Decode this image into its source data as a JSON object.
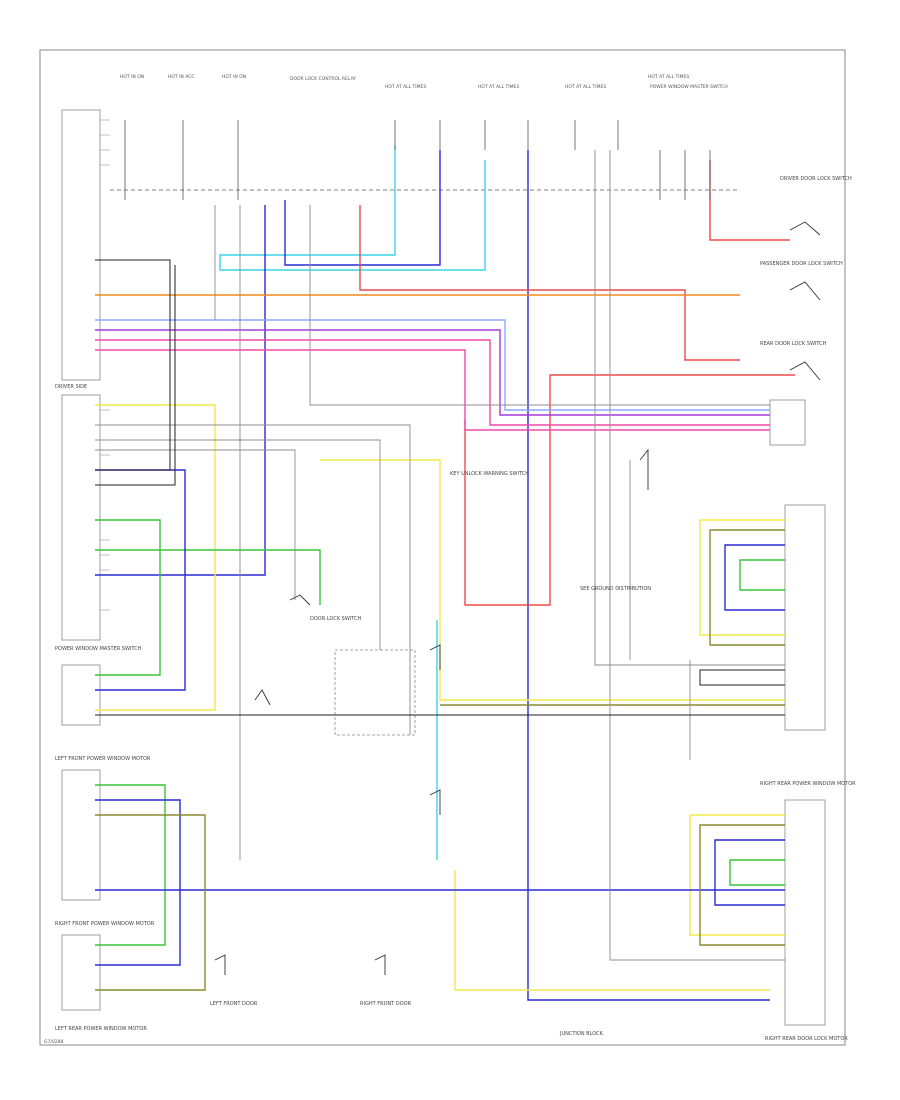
{
  "diagram": {
    "footer_code": "G7/0288",
    "top_fuses": [
      "HOT IN ON",
      "HOT IN ACC",
      "HOT IN ON",
      "HOT AT ALL TIMES",
      "HOT AT ALL TIMES",
      "HOT AT ALL TIMES",
      "HOT AT ALL TIMES"
    ],
    "relay_labels": [
      "DOOR LOCK CONTROL RELAY",
      "POWER WINDOW MASTER SWITCH"
    ],
    "left_blocks": [
      "DRIVER SIDE",
      "POWER WINDOW MASTER SWITCH",
      "LEFT FRONT POWER WINDOW MOTOR",
      "RIGHT FRONT POWER WINDOW MOTOR",
      "LEFT REAR POWER WINDOW MOTOR"
    ],
    "right_blocks": [
      "DRIVER DOOR LOCK SWITCH",
      "PASSENGER DOOR LOCK SWITCH",
      "REAR DOOR LOCK SWITCH",
      "RIGHT REAR POWER WINDOW MOTOR",
      "RIGHT REAR DOOR LOCK MOTOR"
    ],
    "center_labels": [
      "KEY UNLOCK WARNING SWITCH",
      "DOOR LOCK SWITCH",
      "SEE GROUND DISTRIBUTION"
    ],
    "bottom_labels": [
      "LEFT FRONT DOOR",
      "RIGHT FRONT DOOR",
      "JUNCTION BLOCK"
    ],
    "colors": {
      "red": "#ee4a4a",
      "orange": "#f08a1c",
      "blue": "#2a2ad6",
      "cyan": "#3ad6e6",
      "pink": "#f04aa8",
      "purple": "#a63ae0",
      "green": "#3ac43a",
      "yellow": "#f2ea4a",
      "olive": "#8a8a30",
      "gray": "#8c8c8c",
      "black": "#202020",
      "lightblue": "#8aa8ff"
    }
  }
}
